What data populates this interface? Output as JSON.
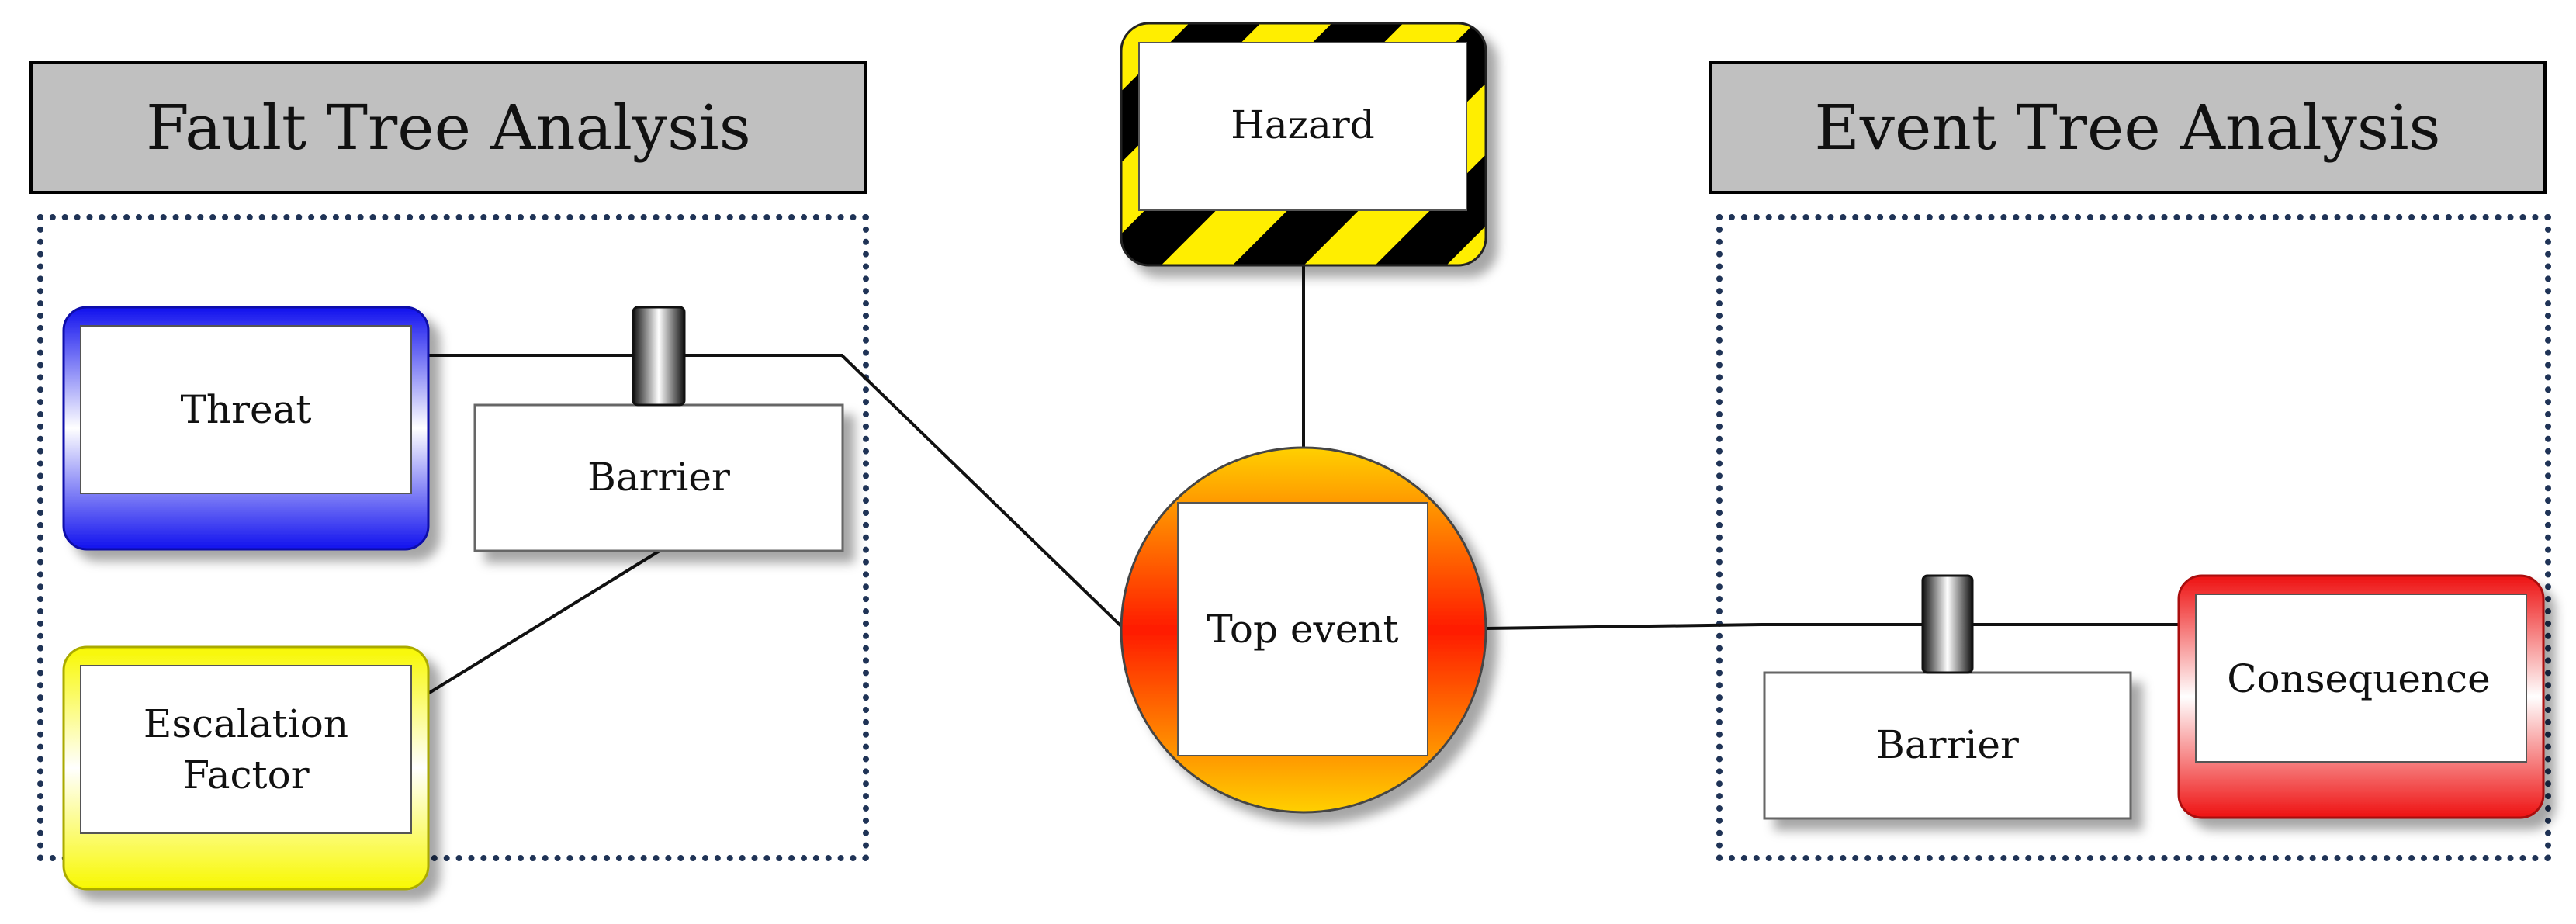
{
  "left_section": {
    "title": "Fault Tree Analysis"
  },
  "right_section": {
    "title": "Event Tree Analysis"
  },
  "nodes": {
    "hazard": "Hazard",
    "threat": "Threat",
    "barrier_left": "Barrier",
    "escalation_line1": "Escalation",
    "escalation_line2": "Factor",
    "top_event": "Top event",
    "barrier_right": "Barrier",
    "consequence": "Consequence"
  },
  "colors": {
    "threat": "#1111ee",
    "escalation": "#f8f800",
    "consequence": "#ee1111",
    "hazard_stripe_a": "#ffee00",
    "hazard_stripe_b": "#000000",
    "top_event_outer": "#ff1a00",
    "top_event_inner": "#ffd000",
    "frame": "#1f3356"
  }
}
